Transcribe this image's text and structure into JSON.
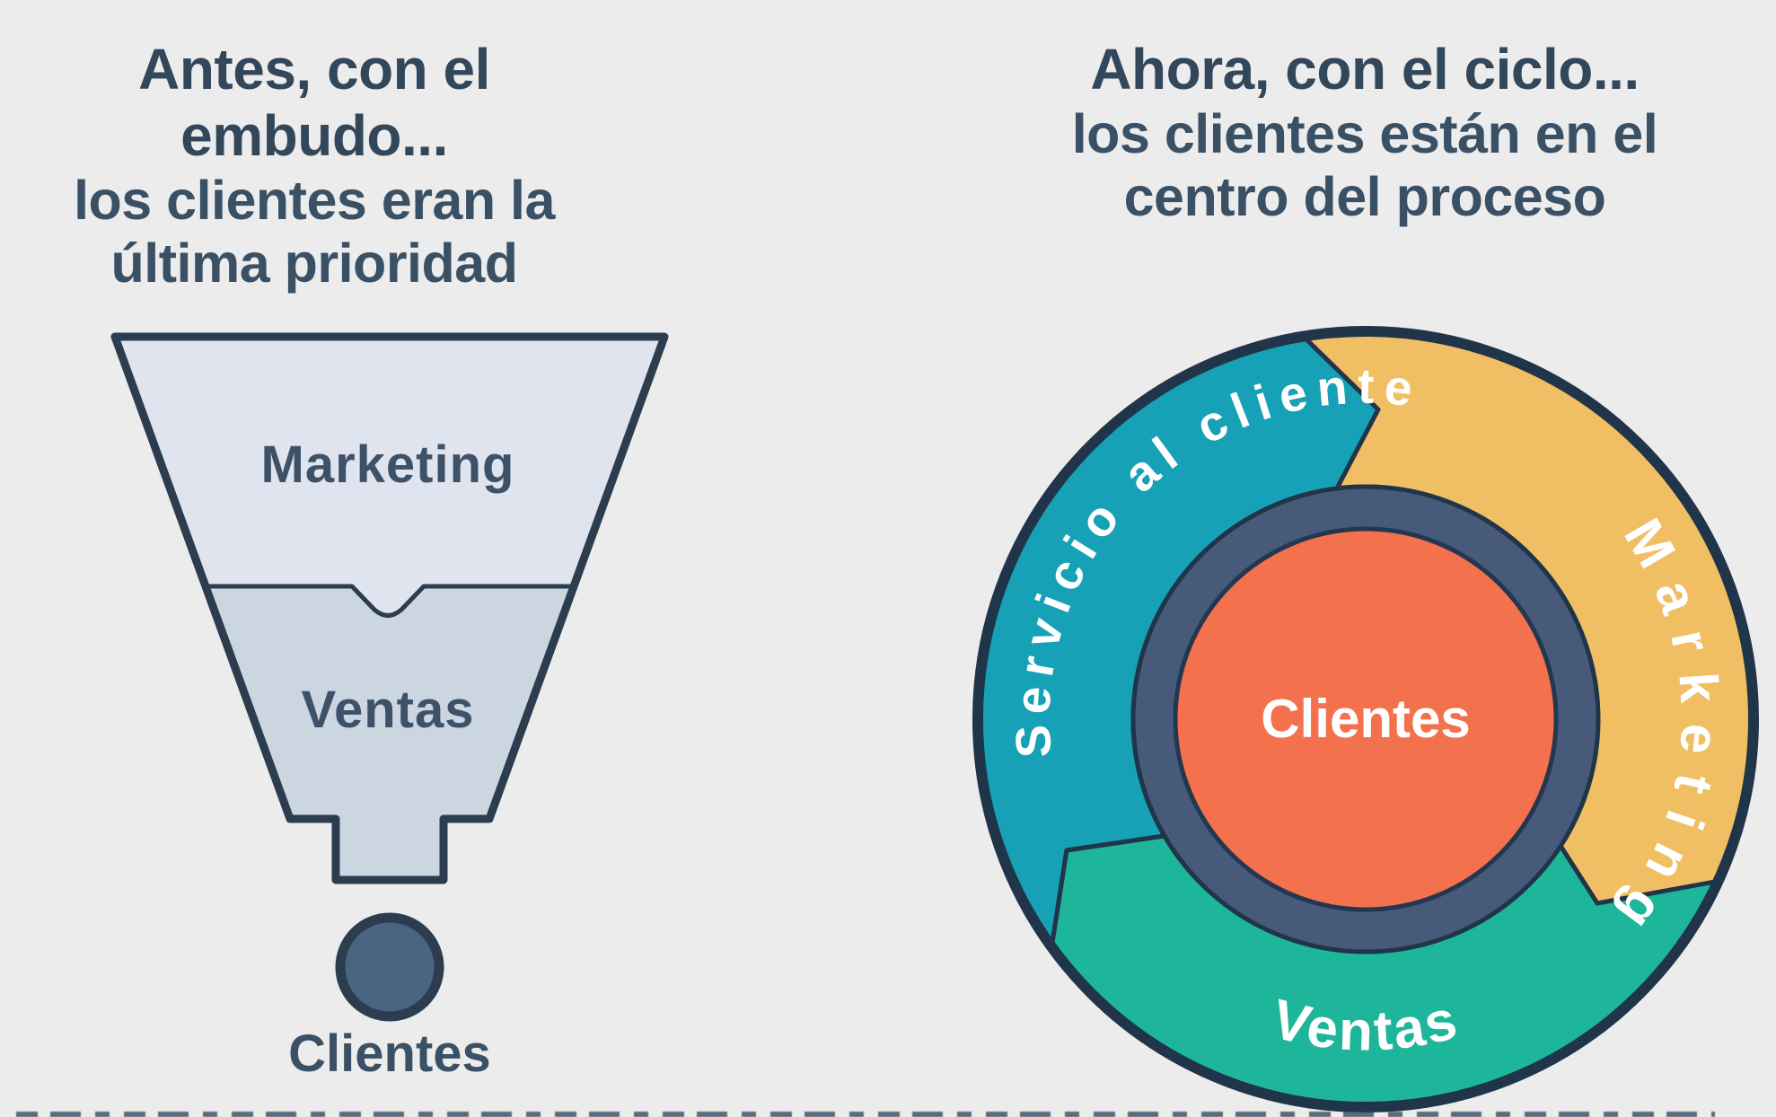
{
  "background_color": "#ececec",
  "heading_color": "#33475b",
  "left": {
    "title": "Antes, con el embudo...",
    "subtitle_line1": "los clientes eran la",
    "subtitle_line2": "última prioridad",
    "funnel": {
      "stage1": {
        "label": "Marketing",
        "color": "#dfe4ee"
      },
      "stage2": {
        "label": "Ventas",
        "color": "#cbd6e1"
      },
      "outline_color": "#2c3d4f",
      "drop_color": "#4b6581",
      "outcome_label": "Clientes"
    }
  },
  "right": {
    "title": "Ahora, con el ciclo...",
    "subtitle_line1": "los clientes están en el",
    "subtitle_line2": "centro del proceso",
    "flywheel": {
      "segments": [
        {
          "label": "Servicio al cliente",
          "color": "#16a1b6"
        },
        {
          "label": "Marketing",
          "color": "#f1bf63"
        },
        {
          "label": "Ventas",
          "color": "#1eb69a"
        }
      ],
      "ring_color": "#475a79",
      "center_color": "#f4714d",
      "center_label": "Clientes",
      "outline_color": "#20344a",
      "text_color": "#ffffff"
    }
  }
}
